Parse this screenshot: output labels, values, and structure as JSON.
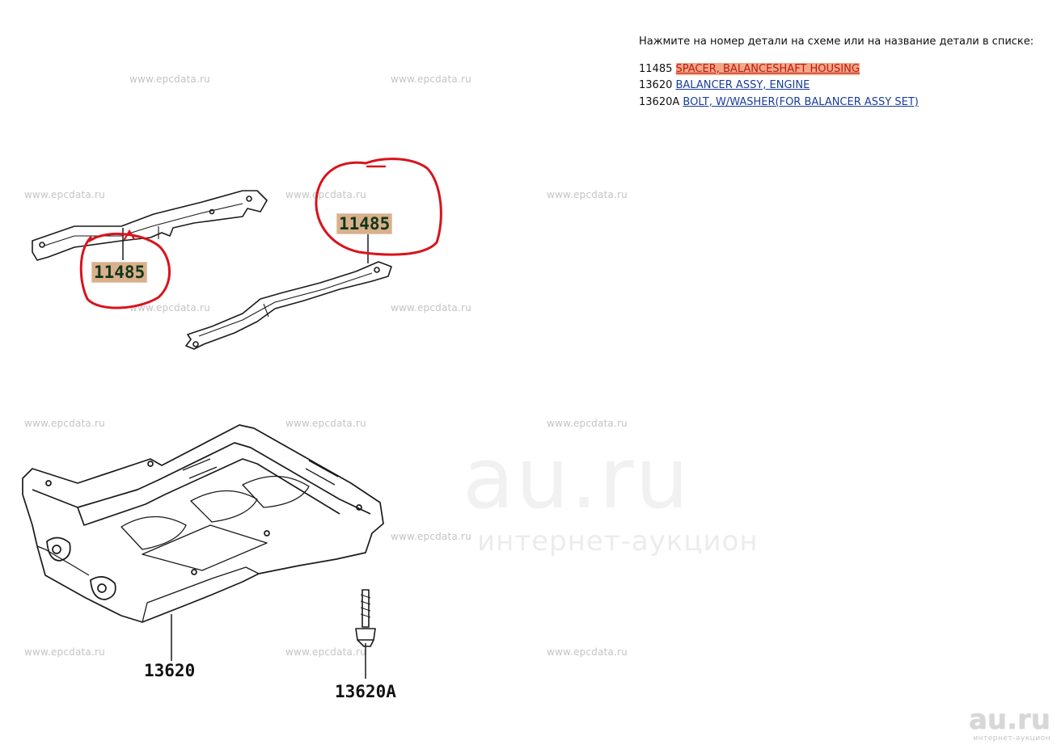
{
  "instruction": "Нажмите на номер детали на схеме или на название детали в списке:",
  "parts": [
    {
      "number": "11485",
      "name": "SPACER, BALANCESHAFT HOUSING",
      "active": true
    },
    {
      "number": "13620",
      "name": "BALANCER ASSY, ENGINE",
      "active": false
    },
    {
      "number": "13620A",
      "name": "BOLT, W/WASHER(FOR BALANCER ASSY SET)",
      "active": false
    }
  ],
  "diagram": {
    "callout_spacer_left": "11485",
    "callout_spacer_right": "11485",
    "callout_balancer": "13620",
    "callout_bolt": "13620A"
  },
  "watermark_text": "www.epcdata.ru",
  "brand_watermark": {
    "main": "au.ru",
    "sub": "интернет-аукцион"
  },
  "logo": {
    "main": "au.ru",
    "sub": "интернет-аукцион"
  },
  "colors": {
    "link": "#1a3d9b",
    "active_link_bg": "#f0a883",
    "active_link_text": "#c11717",
    "callout_highlight": "#d9b08c",
    "annotation_circle": "#d8141c"
  }
}
